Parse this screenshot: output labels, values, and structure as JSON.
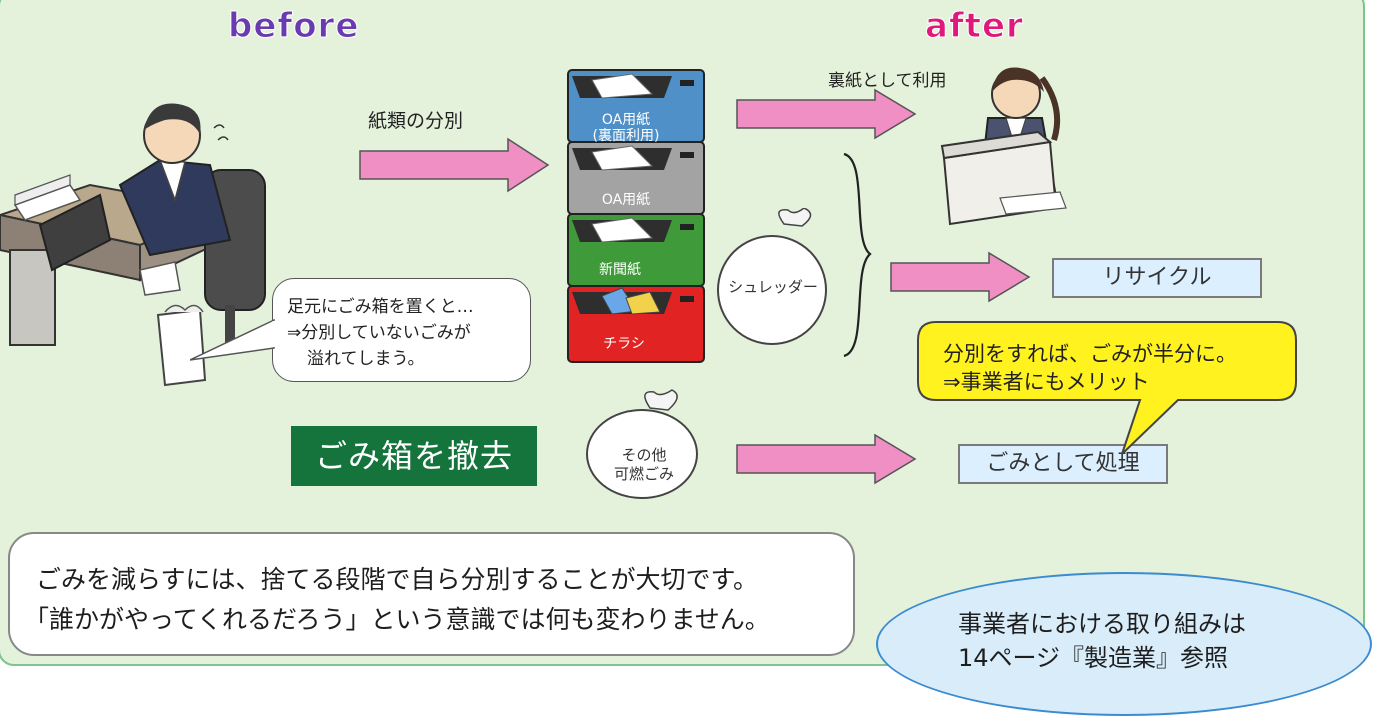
{
  "titles": {
    "before": "before",
    "after": "after"
  },
  "labels": {
    "paper_sorting": "紙類の分別",
    "reverse_use": "裏紙として利用",
    "remove_bins": "ごみ箱を撤去"
  },
  "desk_bubble": {
    "line1": "足元にごみ箱を置くと…",
    "line2": "⇒分別していないごみが",
    "line3": "溢れてしまう。"
  },
  "bins": [
    {
      "line1": "OA用紙",
      "line2": "(裏面利用)",
      "color": "#4f90c8"
    },
    {
      "line1": "OA用紙",
      "color": "#a3a3a3"
    },
    {
      "line1": "新聞紙",
      "color": "#3f9a3a"
    },
    {
      "line1": "チラシ",
      "color": "#e22323"
    }
  ],
  "bags": {
    "shredder": "シュレッダー",
    "combustible_line1": "その他",
    "combustible_line2": "可燃ごみ"
  },
  "outcomes": {
    "recycle": "リサイクル",
    "disposal": "ごみとして処理"
  },
  "merit_bubble": {
    "line1": "分別をすれば、ごみが半分に。",
    "line2": "⇒事業者にもメリット"
  },
  "message": {
    "line1": "ごみを減らすには、捨てる段階で自ら分別することが大切です。",
    "line2": "「誰かがやってくれるだろう」という意識では何も変わりません。"
  },
  "reference": {
    "line1": "事業者における取り組みは",
    "line2": "14ページ『製造業』参照"
  },
  "colors": {
    "panel_bg": "#e4f2dc",
    "panel_border": "#7dc58c",
    "before_title": "#6a3ab0",
    "after_title": "#e0187c",
    "arrow": "#ef8fc3",
    "banner": "#15743b",
    "merit_bubble": "#fff21f",
    "outcome_box": "#dcefff",
    "reference_oval": "#d8ecfa"
  }
}
